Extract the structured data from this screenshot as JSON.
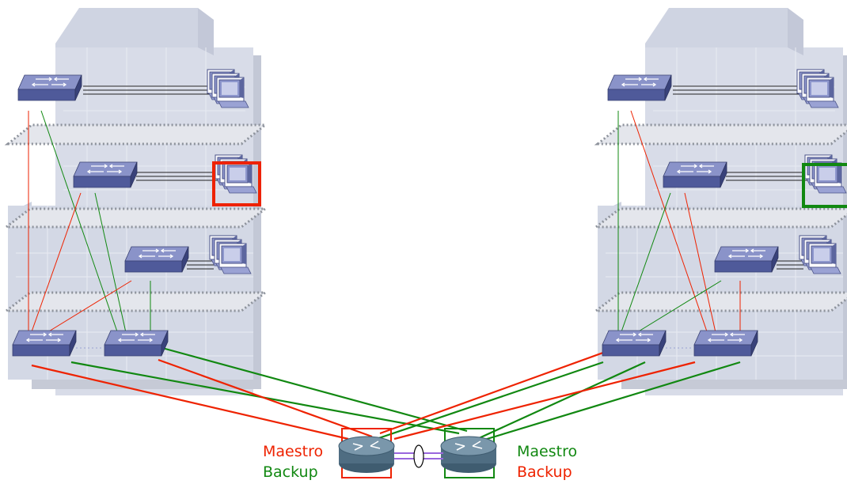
{
  "colors": {
    "red": "#ee2200",
    "green": "#118811",
    "purple": "#9966dd",
    "switch_top": "#8a93c9",
    "switch_front": "#4f5a9a",
    "switch_side": "#39427a",
    "router_top": "#6f8da3",
    "router_body": "#3f5c70",
    "building": "#d9dde8",
    "building_dark": "#c6cbd9",
    "floor": "#8d929b"
  },
  "left_router": {
    "role_primary": "Maestro",
    "role_secondary": "Backup",
    "primary_color": "red",
    "secondary_color": "green"
  },
  "right_router": {
    "role_primary": "Maestro",
    "role_secondary": "Backup",
    "primary_color": "green",
    "secondary_color": "red"
  }
}
